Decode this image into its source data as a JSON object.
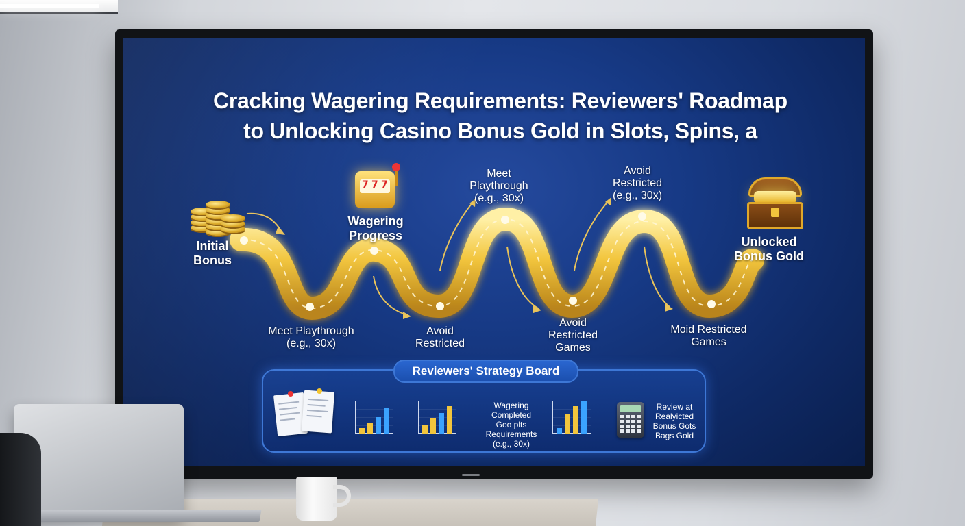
{
  "title_lines": [
    "Cracking Wagering Requirements: Reviewers' Roadmap",
    "to Unlocking Casino Bonus Gold in Slots, Spins, a"
  ],
  "roadmap": {
    "initial_bonus": [
      "Initial",
      "Bonus"
    ],
    "wagering_progress": [
      "Wagering",
      "Progress"
    ],
    "meet_playthrough_top": [
      "Meet",
      "Playthrough",
      "(e.g., 30x)"
    ],
    "avoid_restricted_top": [
      "Avoid",
      "Restricted",
      "(e.g., 30x)"
    ],
    "unlocked_bonus_gold": [
      "Unlocked",
      "Bonus Gold"
    ],
    "meet_playthrough_bottom": [
      "Meet Playthrough",
      "(e.g., 30x)"
    ],
    "avoid_restricted_bottom": [
      "Avoid",
      "Restricted"
    ],
    "avoid_restricted_games": [
      "Avoid",
      "Restricted",
      "Games"
    ],
    "moid_restricted_games": [
      "Moid Restricted",
      "Games"
    ]
  },
  "strategy_board": {
    "title": "Reviewers' Strategy Board",
    "center_text": [
      "Wagering",
      "Completed",
      "Goo plts",
      "Requirements",
      "(e.g., 30x)"
    ],
    "right_text": [
      "Review at",
      "Realyicted",
      "Bonus Gots",
      "Bags Gold"
    ]
  },
  "icons": [
    "gold-coins-icon",
    "slot-machine-icon",
    "treasure-chest-icon",
    "documents-icon",
    "bar-chart-icon",
    "calculator-icon"
  ],
  "colors": {
    "screen_blue": "#173a86",
    "path_gold": "#f2c53d",
    "board_border": "#3d77d6"
  }
}
